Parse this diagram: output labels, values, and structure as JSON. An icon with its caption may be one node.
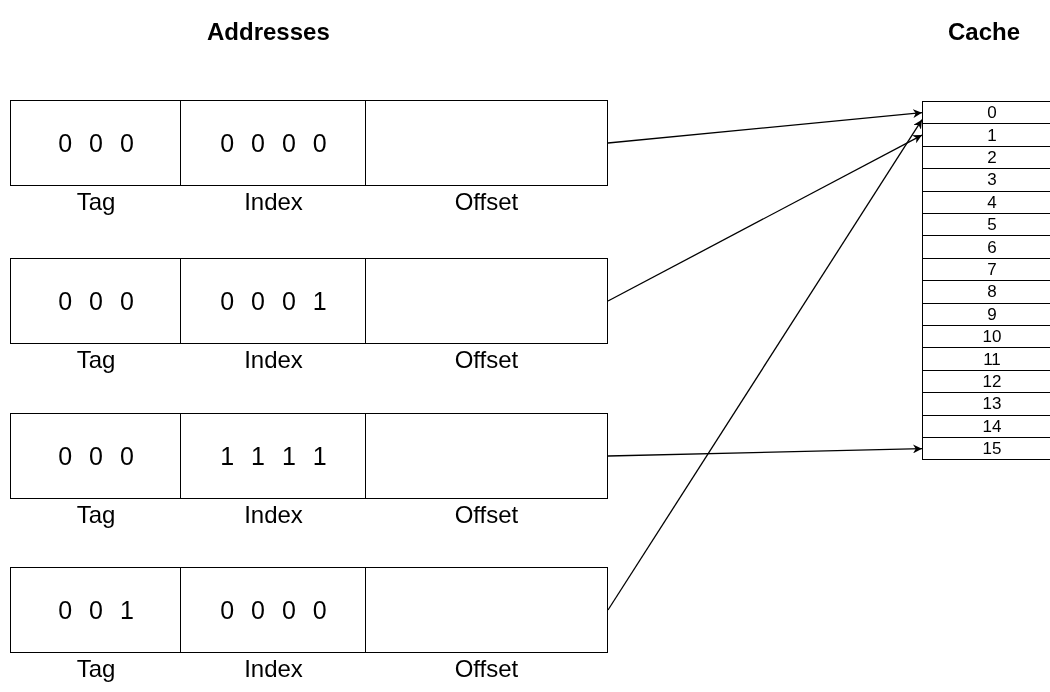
{
  "diagram": {
    "nodes": [
      {
        "text": [
          "0 0 0"
        ],
        "beside": [
          "Tag"
        ]
      },
      {
        "text": [
          "0 0 0 0"
        ],
        "beside": [
          "Index"
        ]
      },
      {
        "text": [],
        "shape": "box",
        "beside": [
          "Offset"
        ]
      },
      {
        "text": [
          "0 0 0"
        ],
        "beside": [
          "Tag"
        ]
      },
      {
        "text": [
          "0 0 0 1"
        ],
        "beside": [
          "Index"
        ]
      },
      {
        "text": [],
        "shape": "box",
        "beside": [
          "Offset"
        ]
      },
      {
        "text": [
          "0 0 0"
        ],
        "beside": [
          "Tag"
        ]
      },
      {
        "text": [
          "1 1 1 1"
        ],
        "beside": [
          "Index"
        ]
      },
      {
        "text": [],
        "shape": "box",
        "beside": [
          "Offset"
        ]
      },
      {
        "text": [
          "0 0 1"
        ],
        "beside": [
          "Tag"
        ]
      },
      {
        "text": [
          "0 0 0 0"
        ],
        "beside": [
          "Index"
        ]
      },
      {
        "text": [],
        "shape": "box",
        "beside": [
          "Offset"
        ]
      },
      {
        "text": [
          "0"
        ]
      },
      {
        "text": [
          "1"
        ]
      },
      {
        "text": [
          "2"
        ]
      },
      {
        "text": [
          "3"
        ]
      },
      {
        "text": [
          "4"
        ]
      },
      {
        "text": [
          "5"
        ]
      },
      {
        "text": [
          "6"
        ]
      },
      {
        "text": [
          "7"
        ]
      },
      {
        "text": [
          "8"
        ]
      },
      {
        "text": [
          "9"
        ]
      },
      {
        "text": [
          "10"
        ]
      },
      {
        "text": [
          "11"
        ]
      },
      {
        "text": [
          "12"
        ]
      },
      {
        "text": [
          "13"
        ]
      },
      {
        "text": [
          "14"
        ]
      },
      {
        "text": [
          "15"
        ]
      }
    ],
    "edges": [
      {
        "from": 2,
        "to": 12,
        "arrow": "to"
      },
      {
        "from": 5,
        "to": 13,
        "arrow": "to"
      },
      {
        "from": 8,
        "to": 27,
        "arrow": "to"
      },
      {
        "from": 11,
        "to": 12,
        "arrow": "to"
      }
    ],
    "labels": [
      "Addresses",
      "Cache"
    ]
  }
}
